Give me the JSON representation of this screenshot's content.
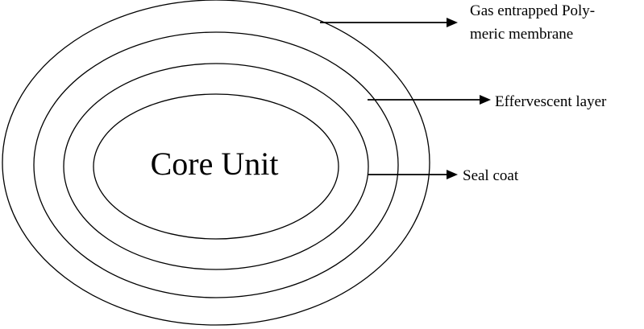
{
  "diagram": {
    "core_label": "Core Unit",
    "labels": {
      "membrane_line1": "Gas entrapped Poly-",
      "membrane_line2": "meric membrane",
      "effervescent": "Effervescent layer",
      "seal_coat": "Seal coat"
    }
  }
}
